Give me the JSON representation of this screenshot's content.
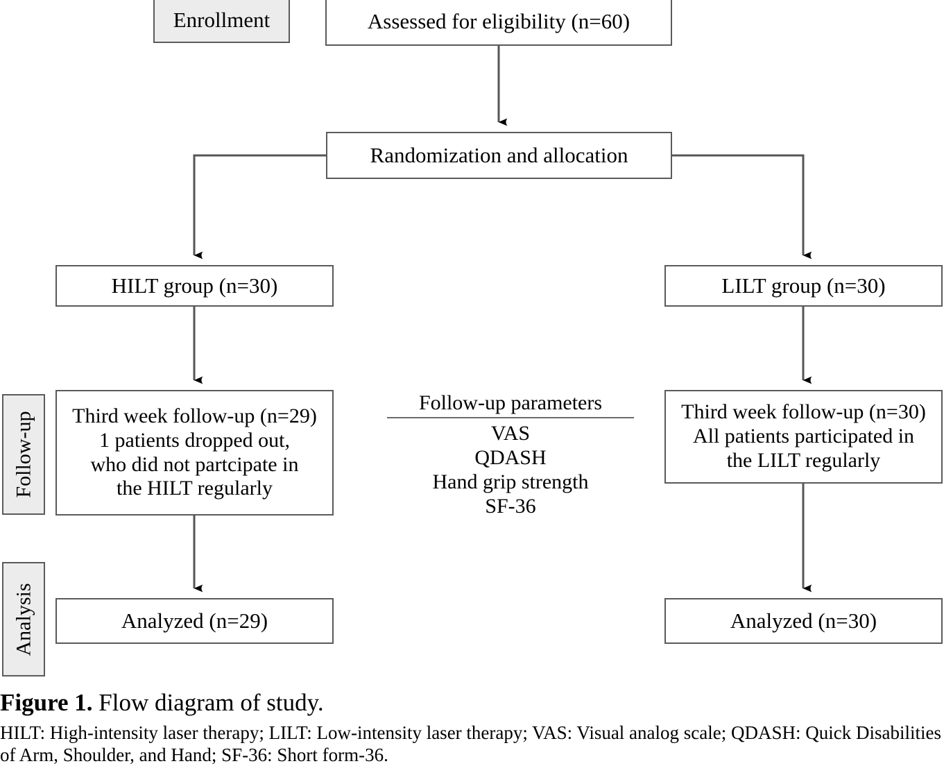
{
  "figure": {
    "caption_label": "Figure 1.",
    "caption_text": " Flow diagram of study.",
    "note": "HILT: High-intensity laser therapy; LILT: Low-intensity laser therapy; VAS: Visual analog scale; QDASH: Quick Disabilities of Arm, Shoulder, and Hand; SF-36: Short form-36."
  },
  "stages": {
    "enrollment": "Enrollment",
    "followup": "Follow-up",
    "analysis": "Analysis"
  },
  "nodes": {
    "eligibility": "Assessed for eligibility (n=60)",
    "randomization": "Randomization and allocation",
    "hilt_group": "HILT group (n=30)",
    "lilt_group": "LILT group (n=30)",
    "hilt_followup": "Third week follow-up (n=29)\n1 patients dropped out,\nwho did not partcipate in\nthe HILT regularly",
    "lilt_followup": "Third week follow-up (n=30)\nAll patients participated in\nthe LILT regularly",
    "hilt_analyzed": "Analyzed (n=29)",
    "lilt_analyzed": "Analyzed (n=30)"
  },
  "parameters": {
    "title": "Follow-up parameters",
    "items": [
      "VAS",
      "QDASH",
      "Hand grip strength",
      "SF-36"
    ]
  },
  "colors": {
    "stage_fill": "#ececec",
    "box_border": "#5a5a5a",
    "connector": "#555555",
    "text": "#000000",
    "background": "#ffffff"
  }
}
